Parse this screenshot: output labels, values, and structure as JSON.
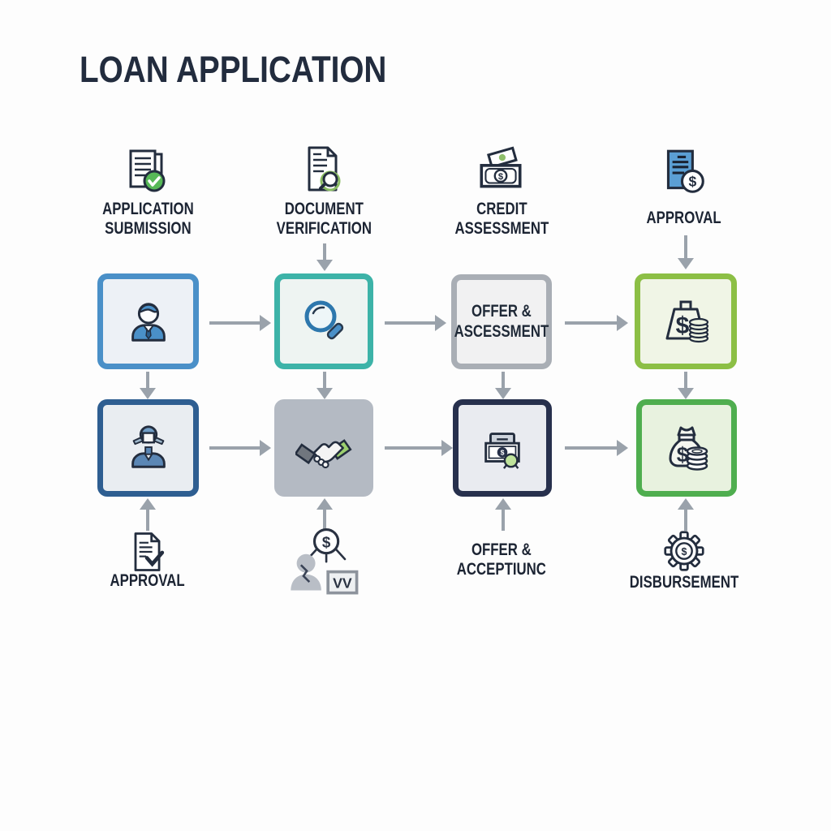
{
  "title": "LOAN APPLICATION",
  "glyphs": {
    "dollar": "$"
  },
  "colors": {
    "text": "#1c2433",
    "arrow": "#9aa2ab",
    "blue": "#4a90c8",
    "teal": "#3db3a8",
    "gray": "#a9aeb5",
    "light_green": "#8cbf45",
    "dark_blue": "#2e5e91",
    "solid_gray": "#b4bac3",
    "navy": "#27304d",
    "green": "#4fae4f",
    "check_green": "#57b857"
  },
  "top_row": [
    {
      "icon": "document-check-icon",
      "label": "APPLICATION\nSUBMISSION"
    },
    {
      "icon": "document-search-icon",
      "label": "DOCUMENT\nVERIFICATION"
    },
    {
      "icon": "cash-icon",
      "label": "CREDIT\nASSESSMENT"
    },
    {
      "icon": "approved-document-icon",
      "label": "APPROVAL"
    }
  ],
  "row1": [
    {
      "content": "icon",
      "icon": "applicant-person-icon",
      "accent": "#4a90c8"
    },
    {
      "content": "icon",
      "icon": "magnifier-icon",
      "accent": "#3db3a8"
    },
    {
      "content": "text",
      "label": "OFFER &\nASCESSMENT",
      "accent": "#a9aeb5"
    },
    {
      "content": "icon",
      "icon": "weight-dollar-icon",
      "accent": "#8cbf45"
    }
  ],
  "row2": [
    {
      "content": "icon",
      "icon": "reviewer-person-icon",
      "accent": "#2e5e91"
    },
    {
      "content": "icon",
      "icon": "handshake-icon",
      "accent": "#b4bac3"
    },
    {
      "content": "icon",
      "icon": "banknote-coin-icon",
      "accent": "#27304d"
    },
    {
      "content": "icon",
      "icon": "money-bag-icon",
      "accent": "#4fae4f"
    }
  ],
  "bottom_row": [
    {
      "icon": "document-approved-icon",
      "label": "APPROVAL"
    },
    {
      "icon": "person-dollar-network-icon",
      "label": "",
      "badge": "VV"
    },
    {
      "icon": null,
      "label": "OFFER &\nACCEPTIUNC"
    },
    {
      "icon": "gear-dollar-icon",
      "label": "DISBURSEMENT"
    }
  ]
}
